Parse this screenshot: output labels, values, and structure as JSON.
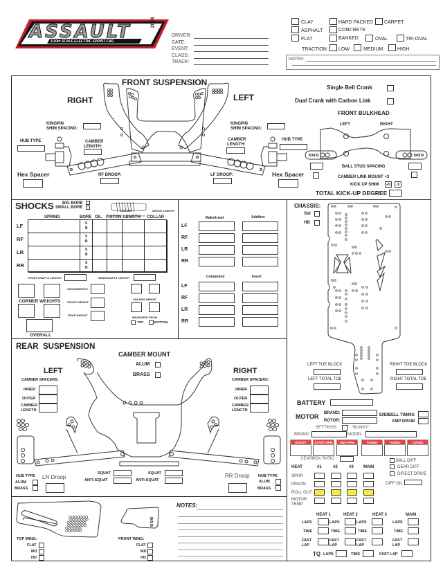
{
  "header": {
    "logo": {
      "title": "ASSAULT",
      "year": "2024",
      "subtitle": "1/10th SCALE ELECTRIC SPRINT CAR"
    },
    "fields": [
      "DRIVER:",
      "DATE:",
      "EVENT:",
      "CLASS:",
      "TRACK:"
    ],
    "surface": {
      "row1": [
        "CLAY",
        "HARD PACKED",
        "CARPET"
      ],
      "row2": [
        "ASPHALT",
        "CONCRETE"
      ],
      "row3": [
        "FLAT",
        "BANKED",
        "OVAL",
        "TRI-OVAL"
      ],
      "traction_label": "TRACTION:",
      "traction": [
        "LOW",
        "MEDIUM",
        "HIGH"
      ]
    },
    "notes_label": "NOTES:"
  },
  "front": {
    "title": "FRONT SUSPENSION",
    "right": "RIGHT",
    "left": "LEFT",
    "kingpin": "KINGPIN",
    "shim": "SHIM SPACING:",
    "hub_type": "HUB TYPE",
    "camber": "CAMBER",
    "length": "LENGTH:",
    "hex_spacer": "Hex Spacer",
    "rf_droop": "RF DROOP:",
    "lf_droop": "LF DROOP:",
    "single_bell": "Single Bell Crank",
    "dual_crank": "Dual Crank with Carbon Link",
    "bulkhead": "FRONT BULKHEAD",
    "bh_left": "LEFT",
    "bh_right": "RIGHT",
    "ball_stud": "BALL STUD SPACING",
    "camber_link": "CAMBER LINK MOUNT +3",
    "kick_up_shim": "KICK UP SHIM",
    "plus5": "+5",
    "minus5": "-5",
    "total_kick": "TOTAL KICK-UP DEGREE"
  },
  "shocks": {
    "title": "SHOCKS",
    "big_bore": "BIG BORE",
    "small_bore": "SMALL BORE",
    "collar": "COLLAR",
    "shock_length": "SHOCK LENGTH",
    "columns": [
      "SPRING",
      "BORE",
      "OIL",
      "PISTON",
      "LENGTH",
      "COLLAR"
    ],
    "rows": [
      "LF",
      "RF",
      "LR",
      "RR"
    ],
    "bore_s": "S",
    "bore_b": "B",
    "front_shafts": "FRONT SHAFTS LENGTH",
    "rear_shafts": "REARSHAFTS LENGTH",
    "corner_weights": "CORNER WEIGHTS",
    "crossweight": "CROSSWEIGHT",
    "front_weight": "FRONT WEIGHT",
    "rear_weight": "REAR WEIGHT",
    "chassis_height": "CHASSIS HEIGHT",
    "measured_from": "MEASURED FROM",
    "top": "TOP",
    "bottom": "BOTTOM",
    "overall": "OVERALL"
  },
  "tires": {
    "make": "Make/tread",
    "additive": "Additive",
    "compound": "Compound",
    "insert": "Insert",
    "rows": [
      "LF",
      "RF",
      "LR",
      "RR"
    ]
  },
  "chassis": {
    "title": "CHASSIS:",
    "std": "Std",
    "hb": "HB",
    "left_toe": "LEFT TOE BLOCK",
    "left_total": "LEFT TOTAL TOE",
    "right_toe": "RIGHT TOE BLOCK",
    "right_total": "RIGHT TOTAL TOE"
  },
  "rear": {
    "title": "REAR  SUSPENSION",
    "camber_mount": "CAMBER MOUNT",
    "alum": "ALUM",
    "brass": "BRASS",
    "left": "LEFT",
    "right": "RIGHT",
    "camber_spacers": "CAMBER SPACERS:",
    "inner": "INNER",
    "outer": "OUTER",
    "camber": "CAMBER",
    "length": "LENGTH",
    "hub_type": "HUB TYPE",
    "lr_droop": "LR Droop",
    "rr_droop": "RR Droop",
    "squat": "SQUAT",
    "anti_squat": "ANTI-SQUAT"
  },
  "power": {
    "battery": "BATTERY",
    "motor": "MOTOR",
    "brand": "BRAND:",
    "rotor": "ROTOR:",
    "endbell": "ENDBELL TIMING",
    "amp_draw": "AMP DRAW",
    "settings": "SETTINGS:",
    "blinky": "\"BLINKY\"",
    "esc_brand": "BRAND",
    "model": "MODEL:",
    "esc": [
      "BOOST",
      "START RPM",
      "END RPM",
      "TURBO",
      "TURBO DELAY",
      "TURBO RAMP"
    ],
    "gearbox": "GEARBOX RATIO",
    "heat": "HEAT",
    "heat_cols": [
      "#1",
      "#2",
      "#3",
      "MAIN"
    ],
    "rows": [
      "SPUR",
      "PINION",
      "ROLL OUT"
    ],
    "motor_temp_1": "MOTOR",
    "motor_temp_2": "TEMP",
    "diff": [
      "BALL DIFF",
      "GEAR DIFF",
      "DIRECT DRIVE"
    ],
    "diff_oil": "DIFF OIL"
  },
  "results": {
    "heats": [
      "HEAT 1",
      "HEAT 2",
      "HEAT 3",
      "MAIN"
    ],
    "laps": "LAPS",
    "time": "TIME",
    "fast": "FAST",
    "lap": "LAP",
    "tq": "TQ",
    "fast_lap": "FAST LAP"
  },
  "wings": {
    "top_wing": "TOP WING:",
    "front_wing": "FRONT WING:",
    "options": [
      "FLAT",
      "MD",
      "HD"
    ],
    "notes": "NOTES:"
  },
  "colors": {
    "red": "#e8414c",
    "yellow": "#f5ec3c",
    "border": "#222222"
  }
}
